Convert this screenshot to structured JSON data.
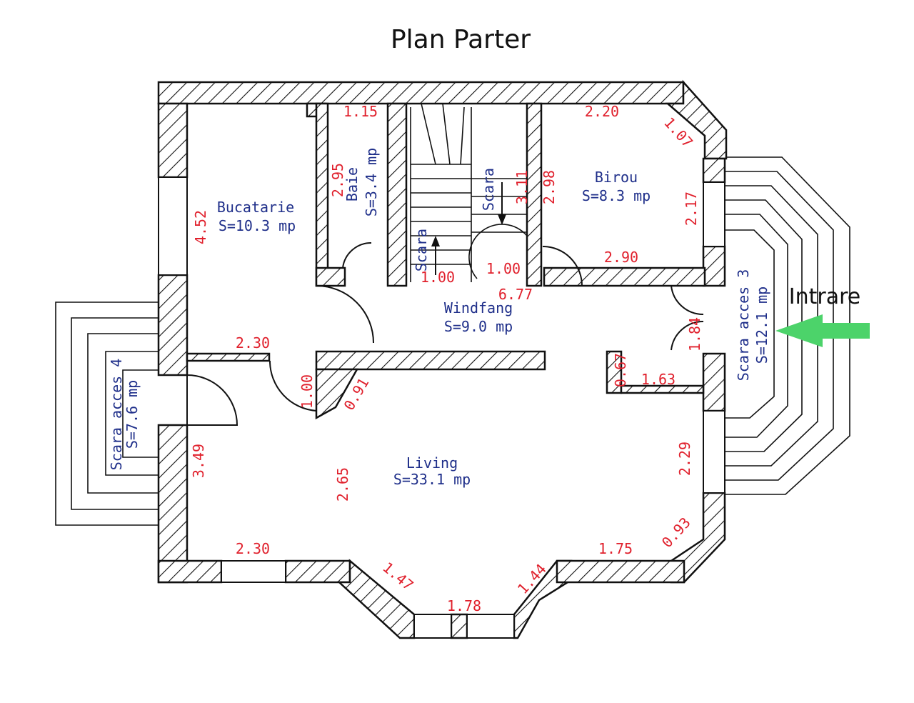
{
  "title": "Plan Parter",
  "entry_label": "Intrare",
  "colors": {
    "room_label": "#1f2f8a",
    "dimension": "#e0202c",
    "entry_arrow": "#4cd36a",
    "wall_line": "#111111"
  },
  "rooms": {
    "bucatarie": {
      "name": "Bucatarie",
      "area": "S=10.3 mp"
    },
    "baie": {
      "name": "Baie",
      "area": "S=3.4 mp"
    },
    "birou": {
      "name": "Birou",
      "area": "S=8.3 mp"
    },
    "windfang": {
      "name": "Windfang",
      "area": "S=9.0 mp"
    },
    "living": {
      "name": "Living",
      "area": "S=33.1 mp"
    },
    "scara_acces_3": {
      "name": "Scara acces 3",
      "area": "S=12.1 mp"
    },
    "scara_acces_4": {
      "name": "Scara acces 4",
      "area": "S=7.6 mp"
    },
    "scara_up": {
      "name": "Scara"
    },
    "scara_down": {
      "name": "Scara"
    }
  },
  "dimensions": {
    "baie_width": "1.15",
    "birou_top": "2.20",
    "birou_corner": "1.07",
    "baie_height": "2.95",
    "stair_height": "3.11",
    "birou_left": "2.98",
    "birou_right": "2.17",
    "kitchen_height": "4.52",
    "birou_bottom": "2.90",
    "stair_left_width": "1.00",
    "stair_right_width": "1.00",
    "windfang_width": "6.77",
    "kitchen_bottom": "2.30",
    "windfang_door": "1.84",
    "recess_depth": "0.67",
    "recess_width": "1.63",
    "hall_door": "1.00",
    "hall_diag": "0.91",
    "living_left": "3.49",
    "living_mid": "2.65",
    "living_right": "2.29",
    "living_corner": "0.93",
    "living_bottom_left": "2.30",
    "living_bottom_right": "1.75",
    "bay_left": "1.47",
    "bay_right": "1.44",
    "bay_front": "1.78"
  }
}
